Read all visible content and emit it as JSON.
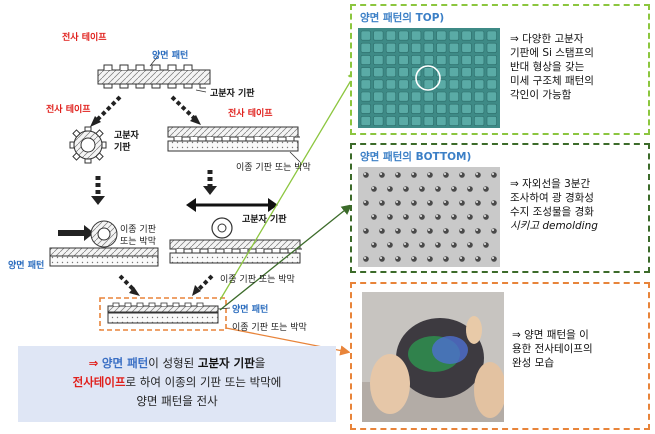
{
  "labels": {
    "transfer_tape_top": "전사 테이프",
    "double_side_pattern_top": "양면 패턴",
    "polymer_substrate_1": "고분자 기판",
    "transfer_tape_left": "전사 테이프",
    "transfer_tape_right": "전사 테이프",
    "polymer_substrate_2": "고분자",
    "polymer_substrate_2b": "기판",
    "hetero_substrate_1": "이종 기판 또는 박막",
    "polymer_substrate_3": "고분자 기판",
    "hetero_substrate_2a": "이종 기판",
    "hetero_substrate_2b": "또는 박막",
    "double_side_pattern_left": "양면 패턴",
    "hetero_substrate_3": "이종 기판 또는 박막",
    "double_side_pattern_bottom": "양면 패턴",
    "hetero_substrate_4": "이종 기판 또는 박막"
  },
  "summary": {
    "arrow": "⇒",
    "term1": "양면 패턴",
    "text1": "이 성형된 ",
    "term2": "고분자 기판",
    "text2": "을",
    "term3": "전사테이프",
    "text3": "로 하여 이종의 기판 또는 박막에",
    "line3": "양면 패턴을 전사"
  },
  "panels": {
    "top": {
      "title": "양면 패턴의 TOP)",
      "lines": [
        "⇒ 다양한 고분자",
        "기판에 Si 스탬프의",
        "반대 형상을 갖는",
        "미세 구조체 패턴의",
        "각인이 가능함"
      ]
    },
    "bottom": {
      "title": "양면 패턴의 BOTTOM)",
      "lines": [
        "⇒ 자외선을 3분간",
        "조사하여 광 경화성",
        "수지 조성물을 경화",
        "시키고 demolding"
      ]
    },
    "photo": {
      "lines": [
        "⇒ 양면 패턴을 이",
        "용한 전사테이프의",
        "완성 모습"
      ]
    }
  },
  "colors": {
    "panel_top_border": "#8cc63f",
    "panel_bottom_border": "#3c6b2a",
    "panel_photo_border": "#e8843a",
    "summary_bg": "#dfe6f5",
    "accent_blue": "#2f6fbf",
    "accent_red": "#e0201c"
  }
}
